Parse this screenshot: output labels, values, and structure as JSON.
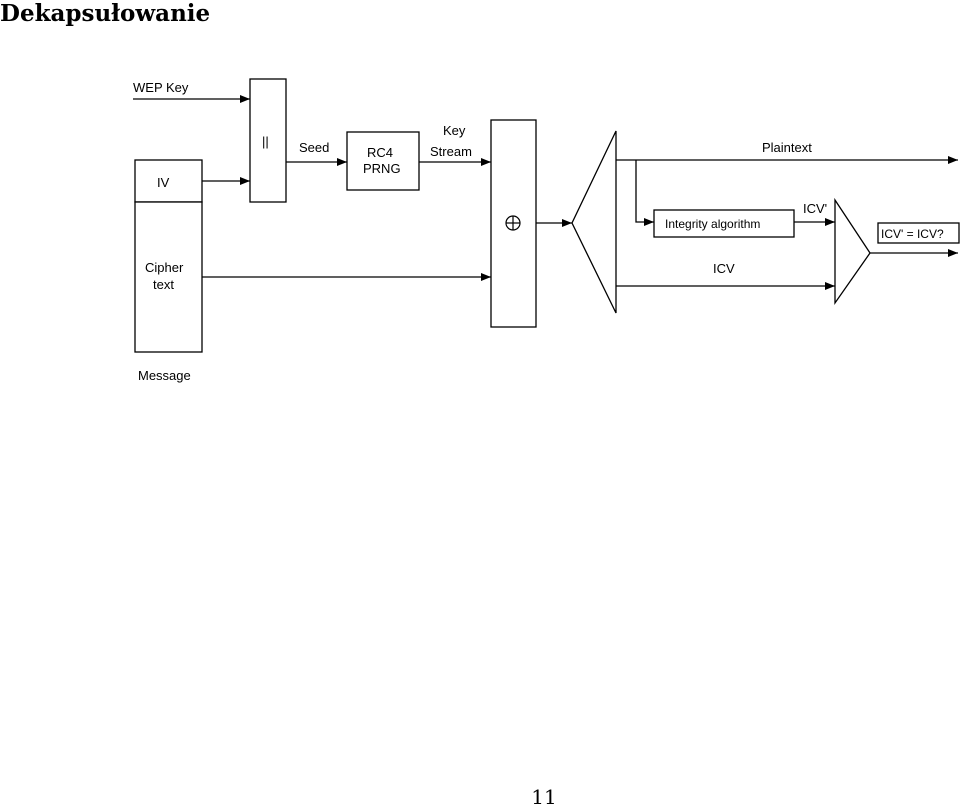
{
  "page": {
    "title": "Dekapsułowanie",
    "page_number": "11"
  },
  "diagram": {
    "wep_key": "WEP Key",
    "concat_symbol": "||",
    "iv": "IV",
    "cipher_line1": "Cipher",
    "cipher_line2": "text",
    "message": "Message",
    "seed": "Seed",
    "rc4_line1": "RC4",
    "rc4_line2": "PRNG",
    "keystream_line1": "Key",
    "keystream_line2": "Stream",
    "xor_symbol": "⊕",
    "plaintext": "Plaintext",
    "integrity_algorithm": "Integrity algorithm",
    "icv_computed": "ICV'",
    "icv": "ICV",
    "comparison": "ICV' = ICV?"
  }
}
